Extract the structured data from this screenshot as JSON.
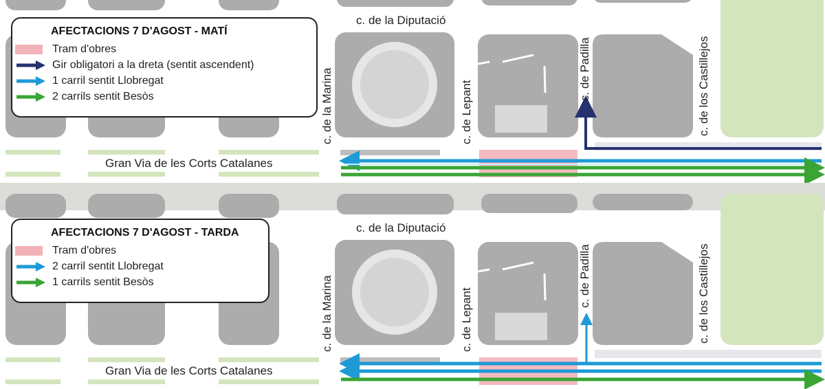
{
  "streets": {
    "diputacio": "c. de la Diputació",
    "marina": "c. de la Marina",
    "lepant": "c. de Lepant",
    "padilla": "c. de Padilla",
    "castillejos": "c. de los Castillejos",
    "gran_via": "Gran Via de les Corts Catalanes"
  },
  "colors": {
    "works": "#f2b3b8",
    "right_turn": "#263170",
    "llobregat": "#1e9ad6",
    "besos": "#3aa535",
    "block": "#acacac",
    "park": "#d3e5bd"
  },
  "panels": [
    {
      "legend": {
        "title": "AFECTACIONS 7 D'AGOST - MATÍ",
        "items": [
          {
            "icon": "works-swatch",
            "label": "Tram d'obres"
          },
          {
            "icon": "navy-arrow",
            "label": "Gir obligatori a la dreta (sentit ascendent)"
          },
          {
            "icon": "blue-arrow",
            "label": "1 carril sentit Llobregat"
          },
          {
            "icon": "green-arrow",
            "label": "2 carrils sentit Besòs"
          }
        ]
      }
    },
    {
      "legend": {
        "title": "AFECTACIONS 7 D'AGOST - TARDA",
        "items": [
          {
            "icon": "works-swatch",
            "label": "Tram d'obres"
          },
          {
            "icon": "blue-arrow",
            "label": "2 carril sentit Llobregat"
          },
          {
            "icon": "green-arrow",
            "label": "1 carrils sentit Besòs"
          }
        ]
      }
    }
  ]
}
